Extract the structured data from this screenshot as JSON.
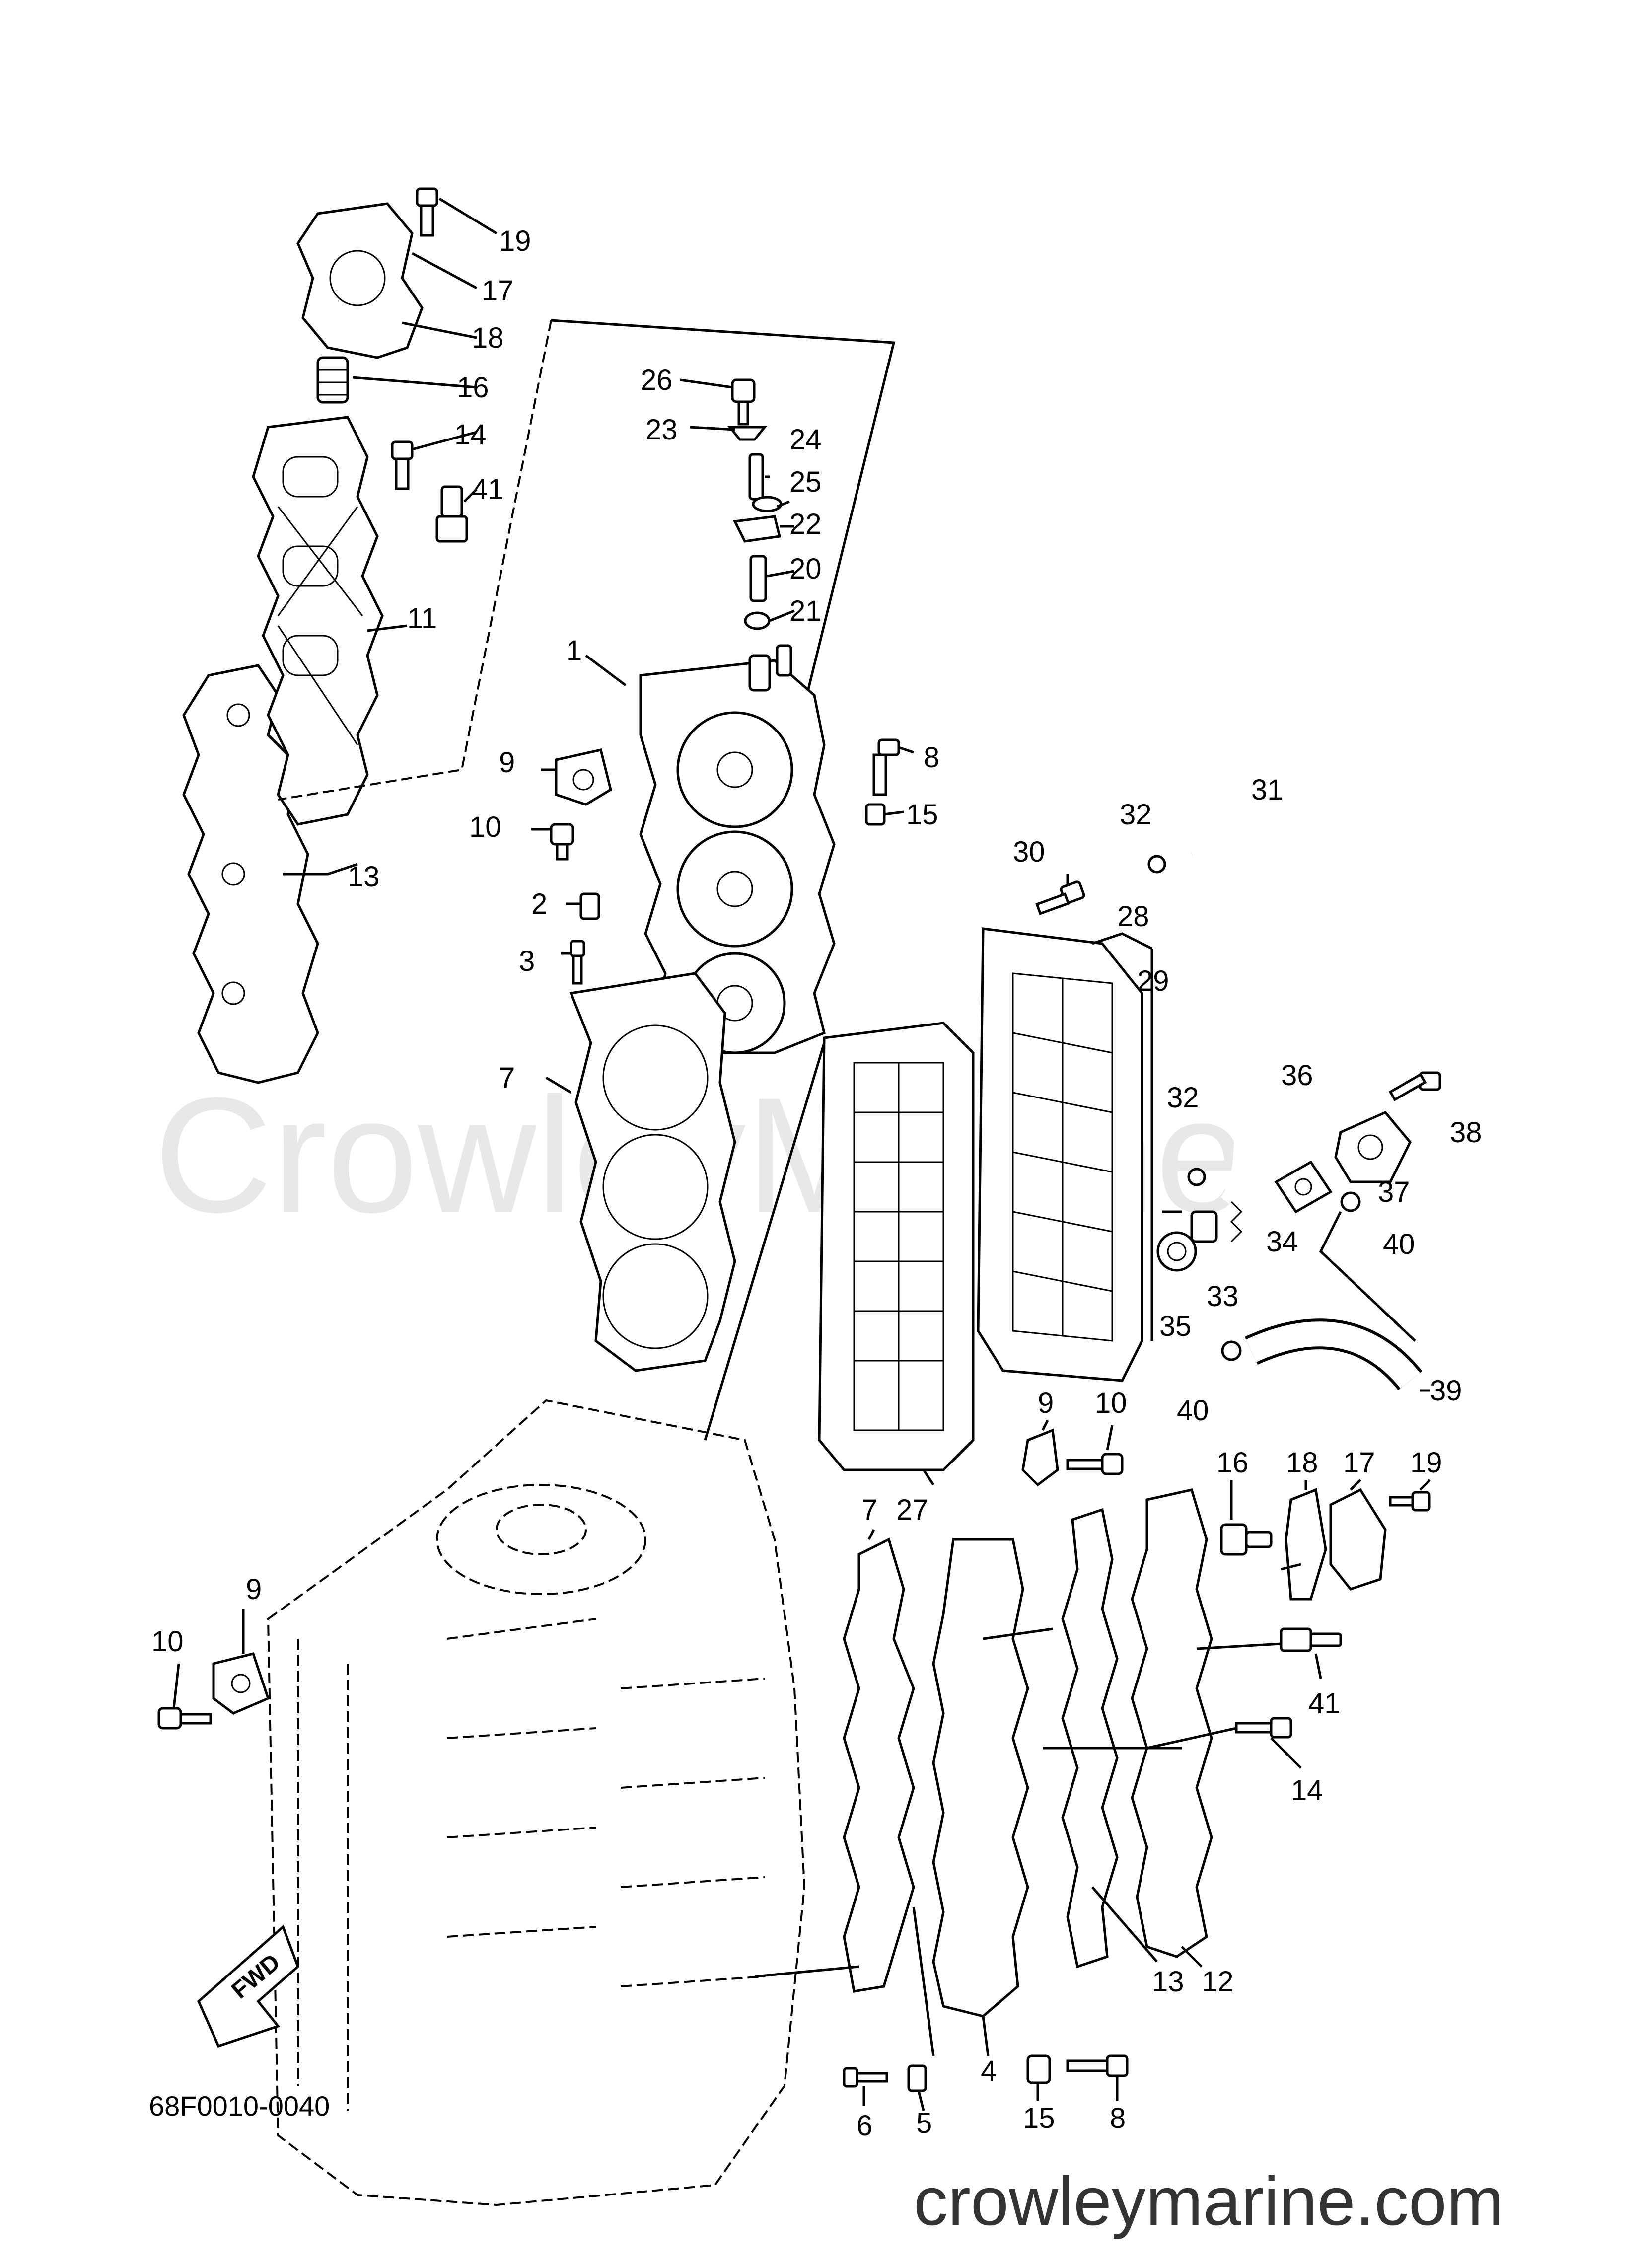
{
  "watermark": "CrowleyMarine",
  "diagram_code": "68F0010-0040",
  "site_url": "crowleymarine.com",
  "fwd_label": "FWD",
  "callouts": {
    "c1": "1",
    "c2": "2",
    "c3": "3",
    "c4": "4",
    "c5": "5",
    "c6": "6",
    "c7a": "7",
    "c7b": "7",
    "c8a": "8",
    "c8b": "8",
    "c9a": "9",
    "c9b": "9",
    "c9c": "9",
    "c10a": "10",
    "c10b": "10",
    "c10c": "10",
    "c11": "11",
    "c12": "12",
    "c13a": "13",
    "c13b": "13",
    "c14a": "14",
    "c14b": "14",
    "c15a": "15",
    "c15b": "15",
    "c16a": "16",
    "c16b": "16",
    "c17a": "17",
    "c17b": "17",
    "c18a": "18",
    "c18b": "18",
    "c19a": "19",
    "c19b": "19",
    "c20": "20",
    "c21": "21",
    "c22": "22",
    "c23": "23",
    "c24": "24",
    "c25": "25",
    "c26": "26",
    "c27": "27",
    "c28": "28",
    "c29": "29",
    "c30": "30",
    "c31": "31",
    "c32a": "32",
    "c32b": "32",
    "c33": "33",
    "c34": "34",
    "c35": "35",
    "c36": "36",
    "c37": "37",
    "c38": "38",
    "c39": "39",
    "c40a": "40",
    "c40b": "40",
    "c41a": "41",
    "c41b": "41"
  }
}
